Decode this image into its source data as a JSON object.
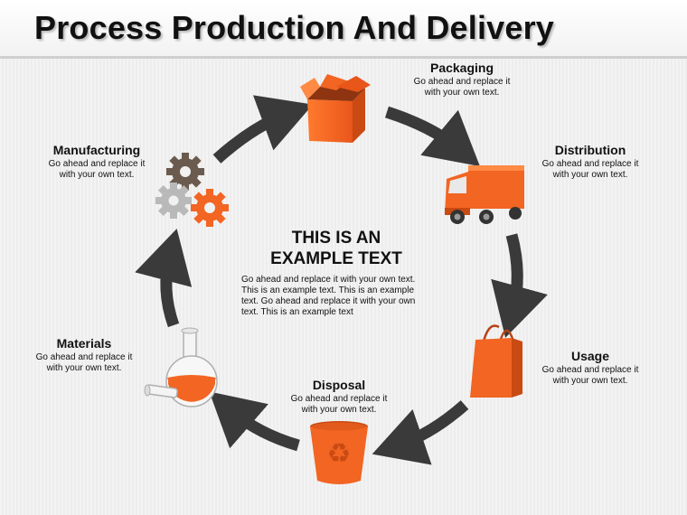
{
  "title": "Process Production And Delivery",
  "center": {
    "heading_line1": "THIS IS AN",
    "heading_line2": "EXAMPLE TEXT",
    "paragraph": "Go ahead and replace it with your own text. This is an example text. This is an example text. Go ahead and replace it with your own text. This is an example text"
  },
  "steps": [
    {
      "name": "Packaging",
      "text": "Go ahead and replace it with your own text.",
      "icon": "box-icon"
    },
    {
      "name": "Distribution",
      "text": "Go ahead and replace it with your own text.",
      "icon": "truck-icon"
    },
    {
      "name": "Usage",
      "text": "Go ahead and replace it with your own text.",
      "icon": "shopping-bag-icon"
    },
    {
      "name": "Disposal",
      "text": "Go ahead and replace it with your own text.",
      "icon": "recycle-bin-icon"
    },
    {
      "name": "Materials",
      "text": "Go ahead and replace it with your own text.",
      "icon": "flask-icon"
    },
    {
      "name": "Manufacturing",
      "text": "Go ahead and replace it with your own text.",
      "icon": "gears-icon"
    }
  ],
  "colors": {
    "accent": "#f26522",
    "accent_dark": "#c94a12",
    "arrow": "#3a3a3a",
    "gear_dark": "#6b5a4e",
    "gear_light": "#b9b9b9"
  }
}
